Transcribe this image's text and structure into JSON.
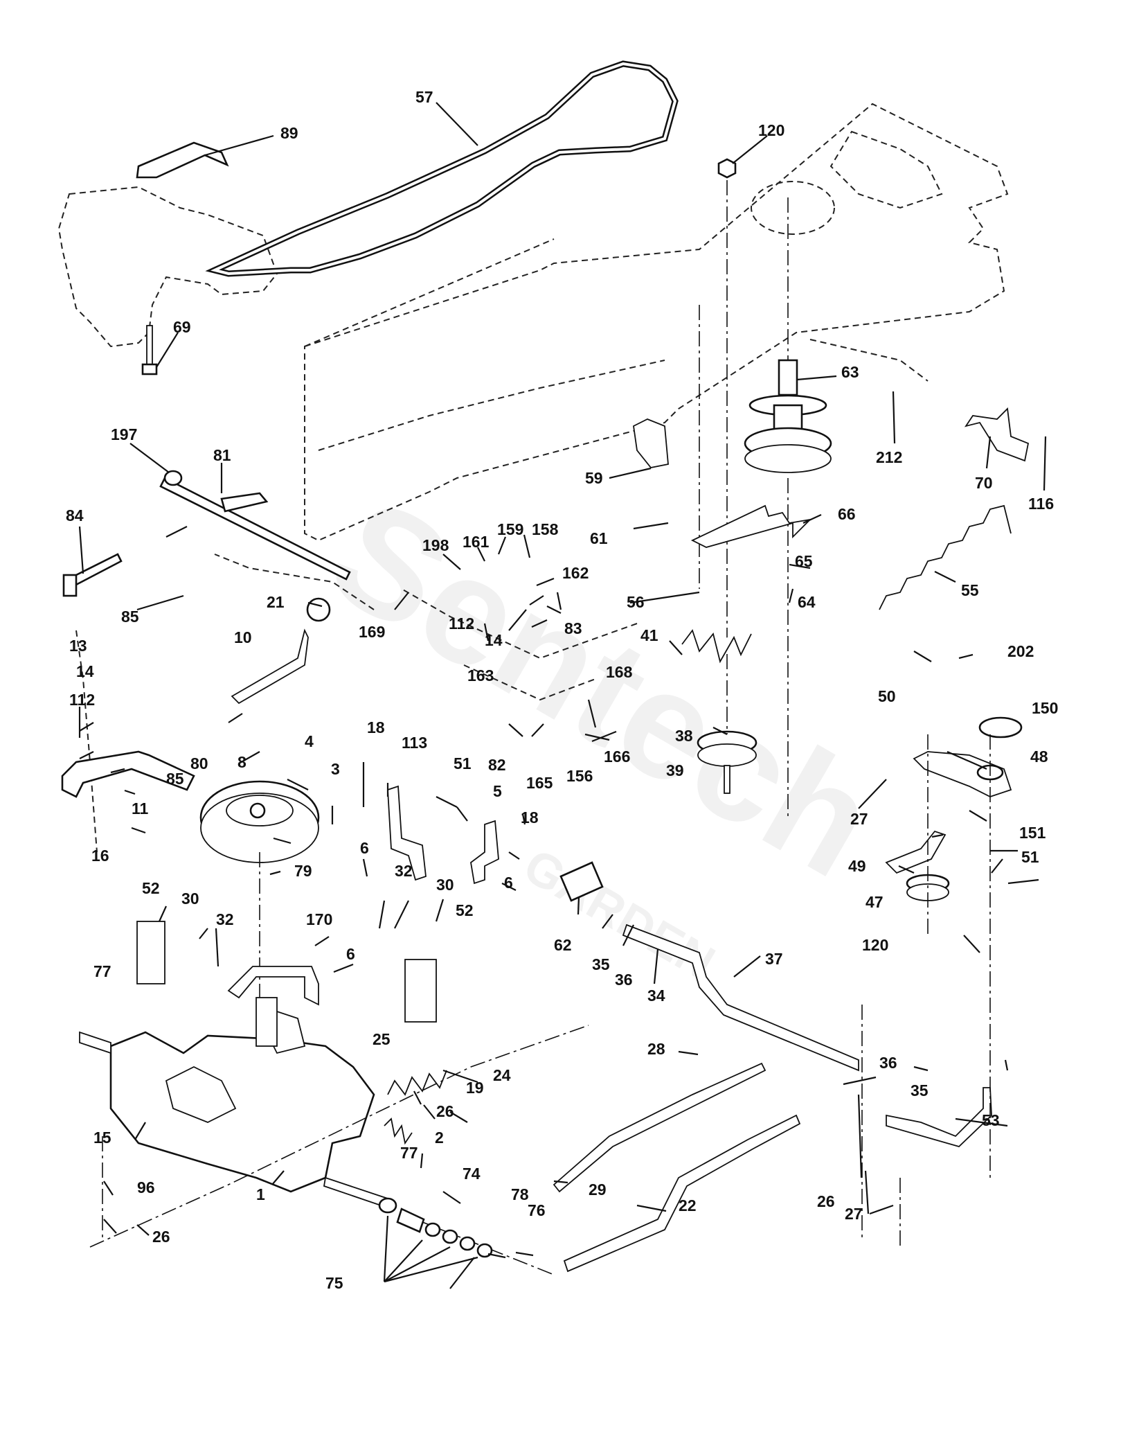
{
  "watermark": {
    "brand": "Sentech",
    "sub": "GARDEN"
  },
  "labels": [
    {
      "id": "l89",
      "text": "89"
    },
    {
      "id": "l57",
      "text": "57"
    },
    {
      "id": "l120a",
      "text": "120"
    },
    {
      "id": "l69",
      "text": "69"
    },
    {
      "id": "l63",
      "text": "63"
    },
    {
      "id": "l197",
      "text": "197"
    },
    {
      "id": "l81",
      "text": "81"
    },
    {
      "id": "l212",
      "text": "212"
    },
    {
      "id": "l70",
      "text": "70"
    },
    {
      "id": "l116",
      "text": "116"
    },
    {
      "id": "l59",
      "text": "59"
    },
    {
      "id": "l66",
      "text": "66"
    },
    {
      "id": "l84",
      "text": "84"
    },
    {
      "id": "l198",
      "text": "198"
    },
    {
      "id": "l161",
      "text": "161"
    },
    {
      "id": "l159",
      "text": "159"
    },
    {
      "id": "l158",
      "text": "158"
    },
    {
      "id": "l61",
      "text": "61"
    },
    {
      "id": "l65",
      "text": "65"
    },
    {
      "id": "l55",
      "text": "55"
    },
    {
      "id": "l162",
      "text": "162"
    },
    {
      "id": "l85a",
      "text": "85"
    },
    {
      "id": "l21",
      "text": "21"
    },
    {
      "id": "l169",
      "text": "169"
    },
    {
      "id": "l112a",
      "text": "112"
    },
    {
      "id": "l56",
      "text": "56"
    },
    {
      "id": "l64",
      "text": "64"
    },
    {
      "id": "l14a",
      "text": "14"
    },
    {
      "id": "l83",
      "text": "83"
    },
    {
      "id": "l10",
      "text": "10"
    },
    {
      "id": "l13",
      "text": "13"
    },
    {
      "id": "l41",
      "text": "41"
    },
    {
      "id": "l163",
      "text": "163"
    },
    {
      "id": "l168",
      "text": "168"
    },
    {
      "id": "l202",
      "text": "202"
    },
    {
      "id": "l14b",
      "text": "14"
    },
    {
      "id": "l50",
      "text": "50"
    },
    {
      "id": "l150",
      "text": "150"
    },
    {
      "id": "l112b",
      "text": "112"
    },
    {
      "id": "l38",
      "text": "38"
    },
    {
      "id": "l18a",
      "text": "18"
    },
    {
      "id": "l113",
      "text": "113"
    },
    {
      "id": "l82",
      "text": "82"
    },
    {
      "id": "l8",
      "text": "8"
    },
    {
      "id": "l4",
      "text": "4"
    },
    {
      "id": "l80",
      "text": "80"
    },
    {
      "id": "l85b",
      "text": "85"
    },
    {
      "id": "l165",
      "text": "165"
    },
    {
      "id": "l156",
      "text": "156"
    },
    {
      "id": "l166",
      "text": "166"
    },
    {
      "id": "l48",
      "text": "48"
    },
    {
      "id": "l3",
      "text": "3"
    },
    {
      "id": "l51a",
      "text": "51"
    },
    {
      "id": "l39",
      "text": "39"
    },
    {
      "id": "l5",
      "text": "5"
    },
    {
      "id": "l11",
      "text": "11"
    },
    {
      "id": "l27a",
      "text": "27"
    },
    {
      "id": "l18b",
      "text": "18"
    },
    {
      "id": "l6a",
      "text": "6"
    },
    {
      "id": "l151",
      "text": "151"
    },
    {
      "id": "l16",
      "text": "16"
    },
    {
      "id": "l79",
      "text": "79"
    },
    {
      "id": "l49",
      "text": "49"
    },
    {
      "id": "l51b",
      "text": "51"
    },
    {
      "id": "l32a",
      "text": "32"
    },
    {
      "id": "l30a",
      "text": "30"
    },
    {
      "id": "l6b",
      "text": "6"
    },
    {
      "id": "l52a",
      "text": "52"
    },
    {
      "id": "l30b",
      "text": "30"
    },
    {
      "id": "l47",
      "text": "47"
    },
    {
      "id": "l32b",
      "text": "32"
    },
    {
      "id": "l170",
      "text": "170"
    },
    {
      "id": "l52b",
      "text": "52"
    },
    {
      "id": "l62",
      "text": "62"
    },
    {
      "id": "l120b",
      "text": "120"
    },
    {
      "id": "l6c",
      "text": "6"
    },
    {
      "id": "l35a",
      "text": "35"
    },
    {
      "id": "l77a",
      "text": "77"
    },
    {
      "id": "l36a",
      "text": "36"
    },
    {
      "id": "l34",
      "text": "34"
    },
    {
      "id": "l37",
      "text": "37"
    },
    {
      "id": "l25",
      "text": "25"
    },
    {
      "id": "l24",
      "text": "24"
    },
    {
      "id": "l19",
      "text": "19"
    },
    {
      "id": "l36b",
      "text": "36"
    },
    {
      "id": "l28",
      "text": "28"
    },
    {
      "id": "l35b",
      "text": "35"
    },
    {
      "id": "l26a",
      "text": "26"
    },
    {
      "id": "l15",
      "text": "15"
    },
    {
      "id": "l2",
      "text": "2"
    },
    {
      "id": "l53",
      "text": "53"
    },
    {
      "id": "l77b",
      "text": "77"
    },
    {
      "id": "l29",
      "text": "29"
    },
    {
      "id": "l26b",
      "text": "26"
    },
    {
      "id": "l74",
      "text": "74"
    },
    {
      "id": "l96",
      "text": "96"
    },
    {
      "id": "l22",
      "text": "22"
    },
    {
      "id": "l27b",
      "text": "27"
    },
    {
      "id": "l78",
      "text": "78"
    },
    {
      "id": "l76",
      "text": "76"
    },
    {
      "id": "l1",
      "text": "1"
    },
    {
      "id": "l26c",
      "text": "26"
    },
    {
      "id": "l75",
      "text": "75"
    }
  ]
}
